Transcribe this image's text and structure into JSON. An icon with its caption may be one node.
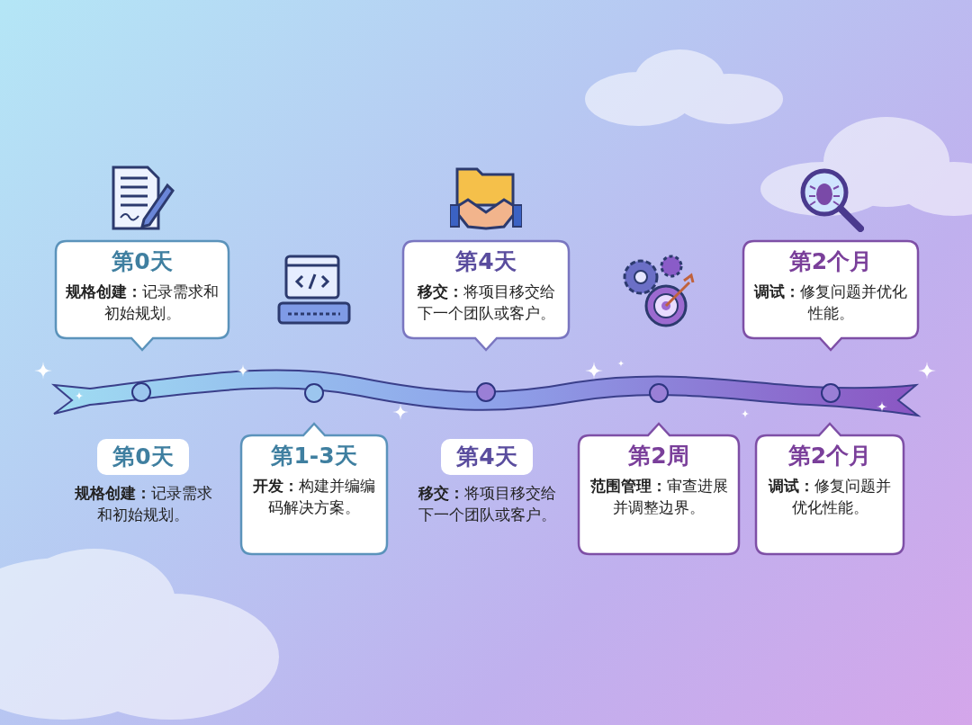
{
  "diagram": {
    "nodes": [
      {
        "text": [
          "第0天",
          "**规格创建：**记录需求和初始规划。"
        ]
      },
      {
        "text": [
          "第4天",
          "**移交：**将项目移交给下一个团队或客户。"
        ]
      },
      {
        "text": [
          "第2个月",
          "**调试：**修复问题并优化性能。"
        ]
      },
      {
        "text": [],
        "shape": "circle"
      },
      {
        "text": [],
        "shape": "circle"
      },
      {
        "text": [],
        "shape": "circle"
      },
      {
        "text": [],
        "shape": "circle"
      },
      {
        "text": [],
        "shape": "circle"
      },
      {
        "text": [
          "第0天"
        ],
        "beside": [
          "**规格创建：**记录需求和初始规划。"
        ]
      },
      {
        "text": [
          "第1-3天",
          "**开发：**构建并编编码解决方案。"
        ]
      },
      {
        "text": [
          "第4天"
        ],
        "beside": [
          "**移交：**将项目移交给下一个团队或客户。"
        ]
      },
      {
        "text": [
          "第2周",
          "**范围管理：**审查进展并调整边界。"
        ]
      },
      {
        "text": [
          "第2个月",
          "**调试：**修复问题并优化性能。"
        ]
      }
    ],
    "edges": []
  }
}
